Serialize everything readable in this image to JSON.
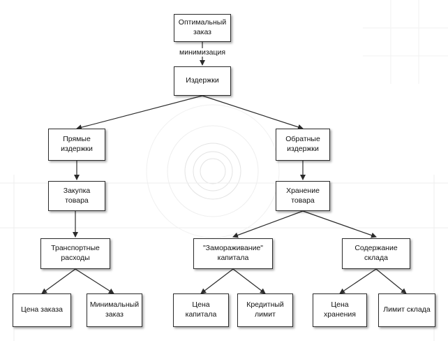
{
  "diagram": {
    "nodes": {
      "optimal_order": "Оптимальный\nзаказ",
      "costs": "Издержки",
      "direct_costs": "Прямые\nиздержки",
      "indirect_costs": "Обратные\nиздержки",
      "purchase": "Закупка\nтовара",
      "storage": "Хранение\nтовара",
      "transport": "Транспортные\nрасходы",
      "freezing": "\"Замораживание\"\nкапитала",
      "warehouse": "Содержание\nсклада",
      "order_price": "Цена заказа",
      "minimal_order": "Минимальный\nзаказ",
      "capital_price": "Цена\nкапитала",
      "credit_limit": "Кредитный\nлимит",
      "storage_price": "Цена\nхранения",
      "warehouse_limit": "Лимит склада"
    },
    "edge_label": "минимизация",
    "colors": {
      "line": "#2b2b2b",
      "box_border": "#2b2b2b",
      "background": "#ffffff",
      "decor": "#e3e3e3"
    }
  }
}
